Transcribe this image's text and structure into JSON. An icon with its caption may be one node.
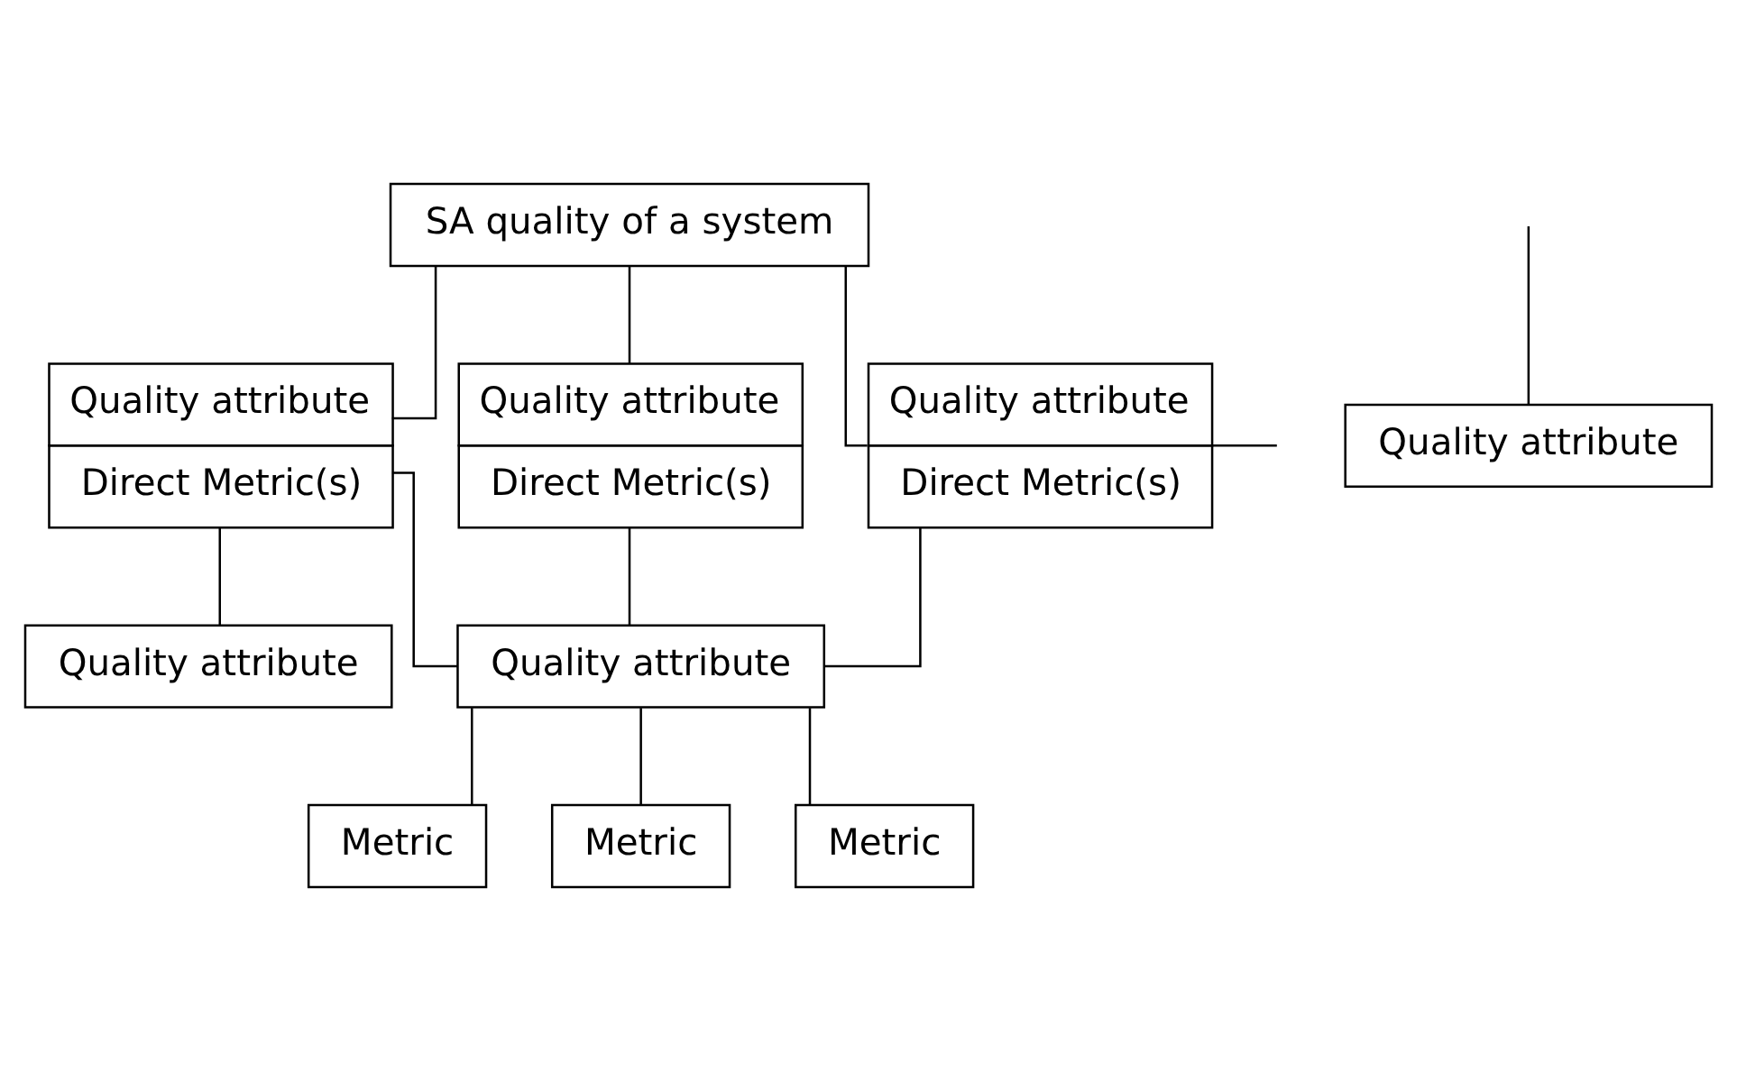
{
  "diagram": {
    "nodes": [
      {
        "text": [
          "SA quality of a system"
        ]
      },
      {
        "text": [
          "Quality attribute",
          "Direct Metric(s)"
        ]
      },
      {
        "text": [
          "Quality attribute",
          "Direct Metric(s)"
        ]
      },
      {
        "text": [
          "Quality attribute",
          "Direct Metric(s)"
        ]
      },
      {
        "text": [
          "Quality attribute"
        ]
      },
      {
        "text": [
          "Quality attribute"
        ]
      },
      {
        "text": [
          "Quality attribute"
        ]
      },
      {
        "text": [
          "Metric"
        ]
      },
      {
        "text": [
          "Metric"
        ]
      },
      {
        "text": [
          "Metric"
        ]
      }
    ],
    "edges": [
      {
        "from": 0,
        "to": 1,
        "arrow": "none"
      },
      {
        "from": 0,
        "to": 2,
        "arrow": "none"
      },
      {
        "from": 0,
        "to": 3,
        "arrow": "none"
      },
      {
        "from": 1,
        "to": 4,
        "arrow": "none"
      },
      {
        "from": 1,
        "to": 5,
        "arrow": "none"
      },
      {
        "from": 2,
        "to": 5,
        "arrow": "none"
      },
      {
        "from": 3,
        "to": 5,
        "arrow": "none"
      },
      {
        "from": 3,
        "to": null,
        "arrow": "none"
      },
      {
        "from": null,
        "to": 6,
        "arrow": "none"
      },
      {
        "from": 5,
        "to": 7,
        "arrow": "none"
      },
      {
        "from": 5,
        "to": 8,
        "arrow": "none"
      },
      {
        "from": 5,
        "to": 9,
        "arrow": "none"
      }
    ]
  }
}
